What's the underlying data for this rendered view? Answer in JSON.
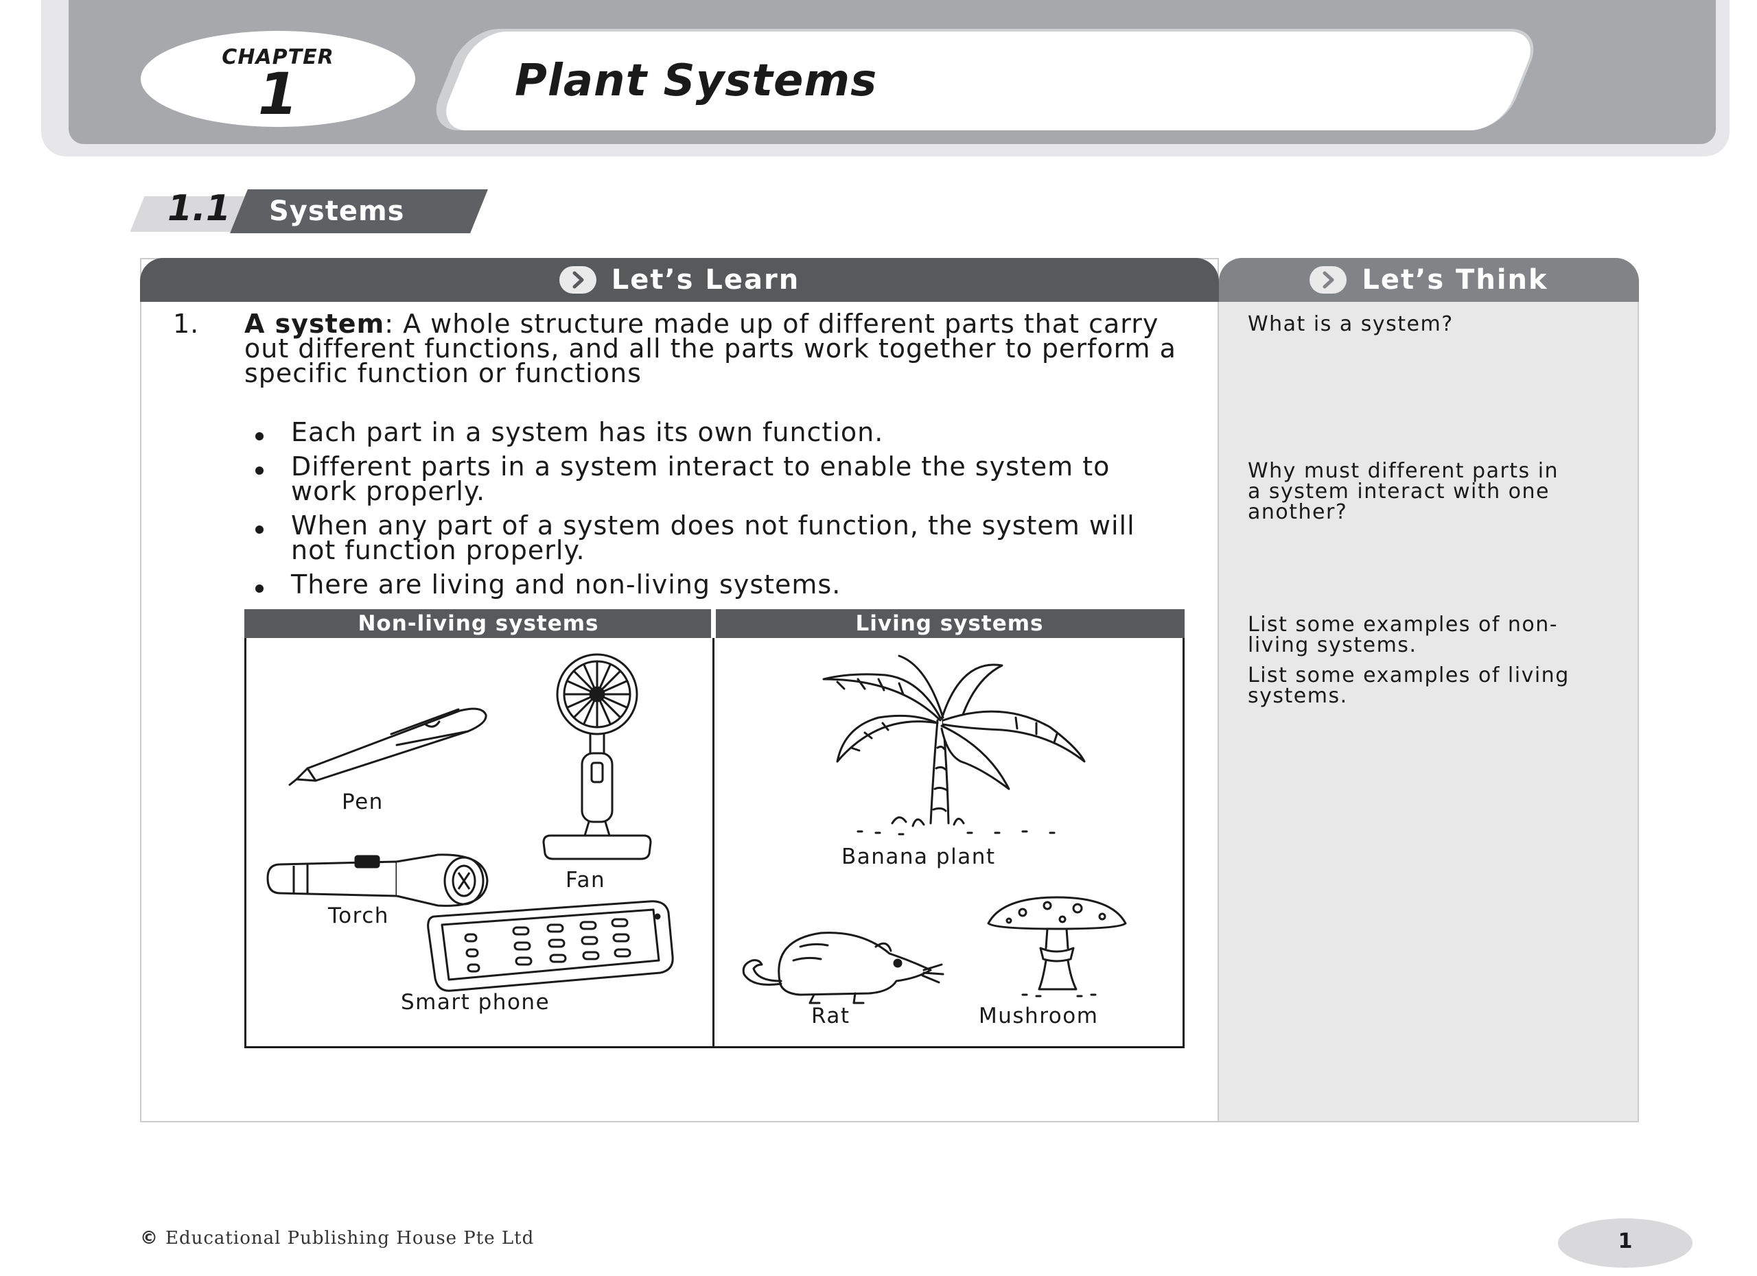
{
  "chapter": {
    "label": "CHAPTER",
    "number": "1",
    "title": "Plant Systems"
  },
  "section": {
    "number": "1.1",
    "title": "Systems"
  },
  "learn": {
    "header": "Let’s Learn",
    "item_number": "1.",
    "term": "A system",
    "definition": ": A whole structure made up of different parts that carry out different functions, and all the parts work together to perform a specific function or functions",
    "bullets": [
      "Each part in a system has its own function.",
      "Different parts in a system interact to enable the system to work properly.",
      "When any part of a system does not function, the system will not function properly.",
      "There are living and non-living systems."
    ],
    "table": {
      "headers": [
        "Non-living systems",
        "Living systems"
      ],
      "non_living": [
        "Pen",
        "Fan",
        "Torch",
        "Smart phone"
      ],
      "living": [
        "Banana plant",
        "Rat",
        "Mushroom"
      ]
    }
  },
  "think": {
    "header": "Let’s Think",
    "questions": [
      "What is a system?",
      "Why must different parts in a system interact with one another?",
      "List some examples of non-living systems.",
      "List some examples of living systems."
    ]
  },
  "footer": {
    "copyright": "Educational Publishing House Pte Ltd",
    "page_number": "1"
  }
}
